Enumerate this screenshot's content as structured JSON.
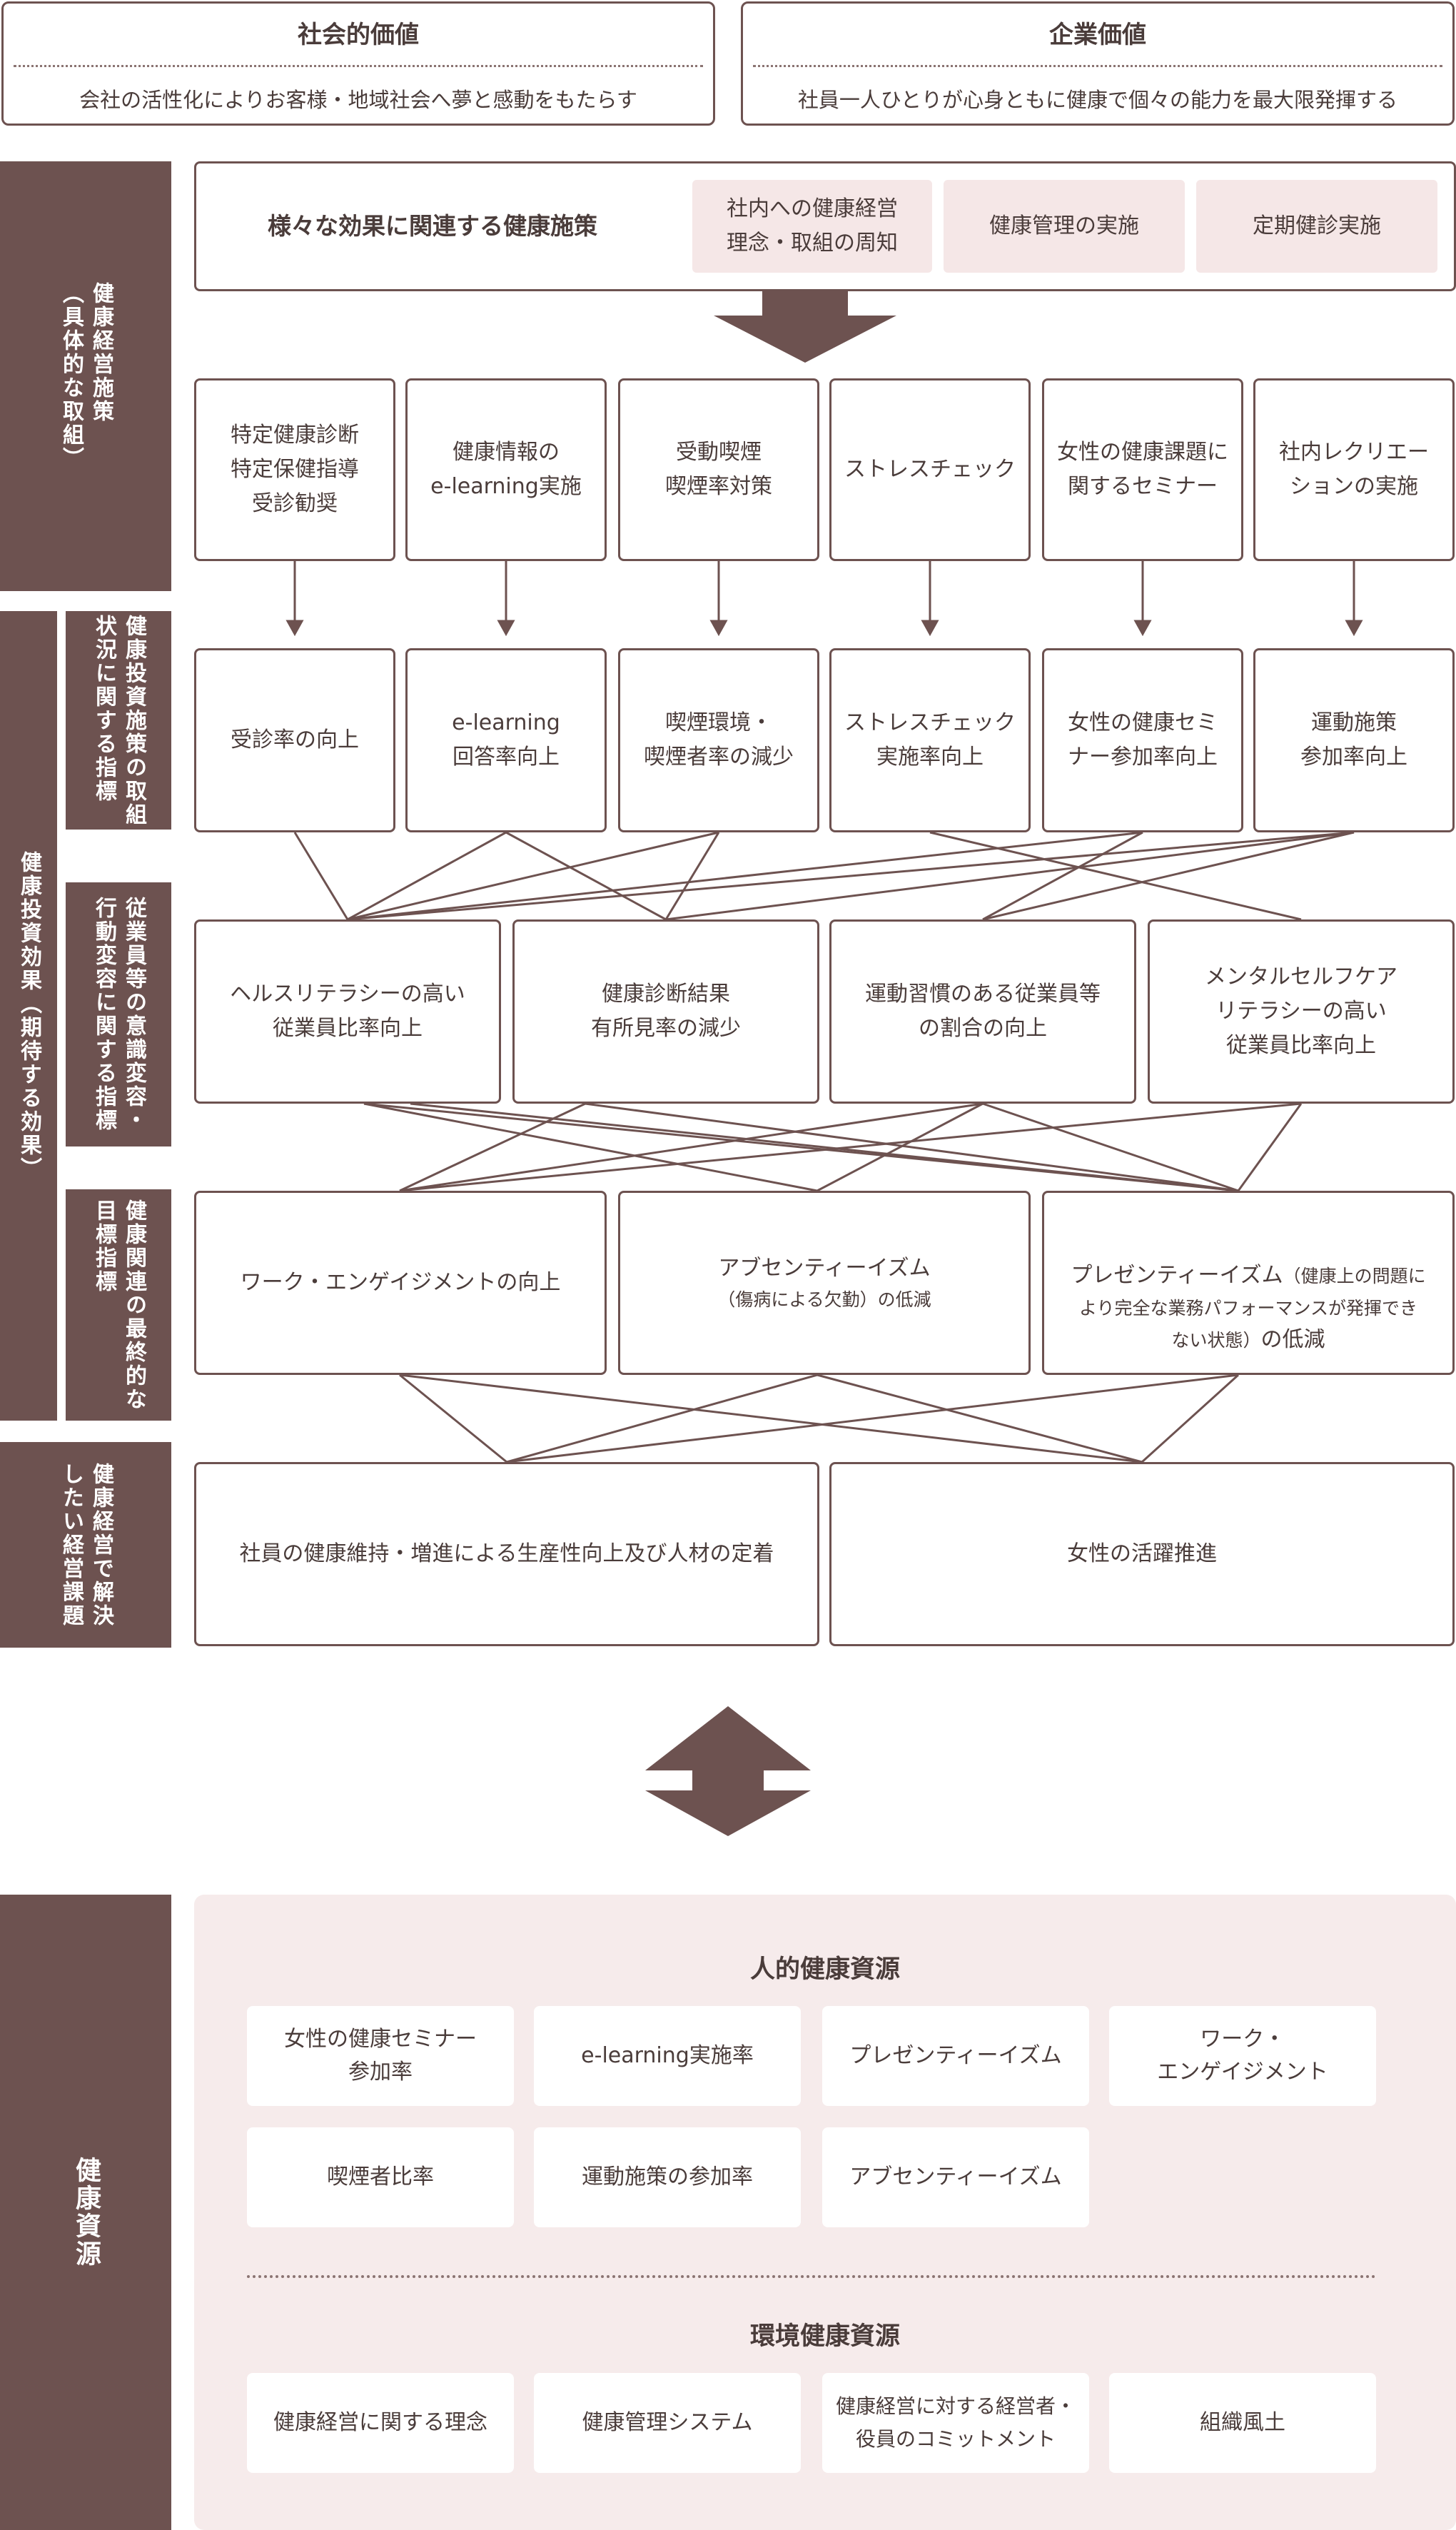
{
  "values": {
    "social": {
      "title": "社会的価値",
      "desc": "会社の活性化によりお客様・地域社会へ夢と感動をもたらす"
    },
    "corporate": {
      "title": "企業価値",
      "desc": "社員一人ひとりが心身ともに健康で個々の能力を最大限発揮する"
    }
  },
  "side_labels": {
    "measures": "健康経営施策\n（具体的な取組）",
    "effect": "健康投資効果（期待する効果）",
    "indicators_initiative": "健康投資施策の取組\n状況に関する指標",
    "indicators_behavior": "従業員等の意識変容・\n行動変容に関する指標",
    "indicators_final": "健康関連の最終的な\n目標指標",
    "issues": "健康経営で解決\nしたい経営課題",
    "resources": "健康資源"
  },
  "top_measures": {
    "label": "様々な効果に関連する健康施策",
    "items": [
      "社内への健康経営\n理念・取組の周知",
      "健康管理の実施",
      "定期健診実施"
    ]
  },
  "measures": [
    "特定健康診断\n特定保健指導\n受診勧奨",
    "健康情報の\ne-learning実施",
    "受動喫煙\n喫煙率対策",
    "ストレスチェック",
    "女性の健康課題に\n関するセミナー",
    "社内レクリエー\nションの実施"
  ],
  "initiative_indicators": [
    "受診率の向上",
    "e-learning\n回答率向上",
    "喫煙環境・\n喫煙者率の減少",
    "ストレスチェック\n実施率向上",
    "女性の健康セミ\nナー参加率向上",
    "運動施策\n参加率向上"
  ],
  "behavior_indicators": [
    "ヘルスリテラシーの高い\n従業員比率向上",
    "健康診断結果\n有所見率の減少",
    "運動習慣のある従業員等\nの割合の向上",
    "メンタルセルフケア\nリテラシーの高い\n従業員比率向上"
  ],
  "final_indicators": {
    "engagement": "ワーク・エンゲイジメントの向上",
    "absenteeism_title": "アブセンティーイズム",
    "absenteeism_sub": "（傷病による欠勤）の低減",
    "presenteeism_title": "プレゼンティーイズム",
    "presenteeism_note": "（健康上の問題に\nより完全な業務パフォーマンスが発揮でき\nない状態）",
    "presenteeism_suffix": "の低減"
  },
  "issues": [
    "社員の健康維持・増進による生産性向上及び人材の定着",
    "女性の活躍推進"
  ],
  "resources": {
    "human_title": "人的健康資源",
    "human_items": [
      "女性の健康セミナー\n参加率",
      "e-learning実施率",
      "プレゼンティーイズム",
      "ワーク・\nエンゲイジメント",
      "喫煙者比率",
      "運動施策の参加率",
      "アブセンティーイズム"
    ],
    "env_title": "環境健康資源",
    "env_items": [
      "健康経営に関する理念",
      "健康管理システム",
      "健康経営に対する経営者・\n役員のコミットメント",
      "組織風土"
    ]
  },
  "colors": {
    "primary": "#6d5250",
    "pink_fill": "#f5e7e7",
    "panel_fill": "#f6ebeb",
    "text": "#4a3c3a"
  }
}
